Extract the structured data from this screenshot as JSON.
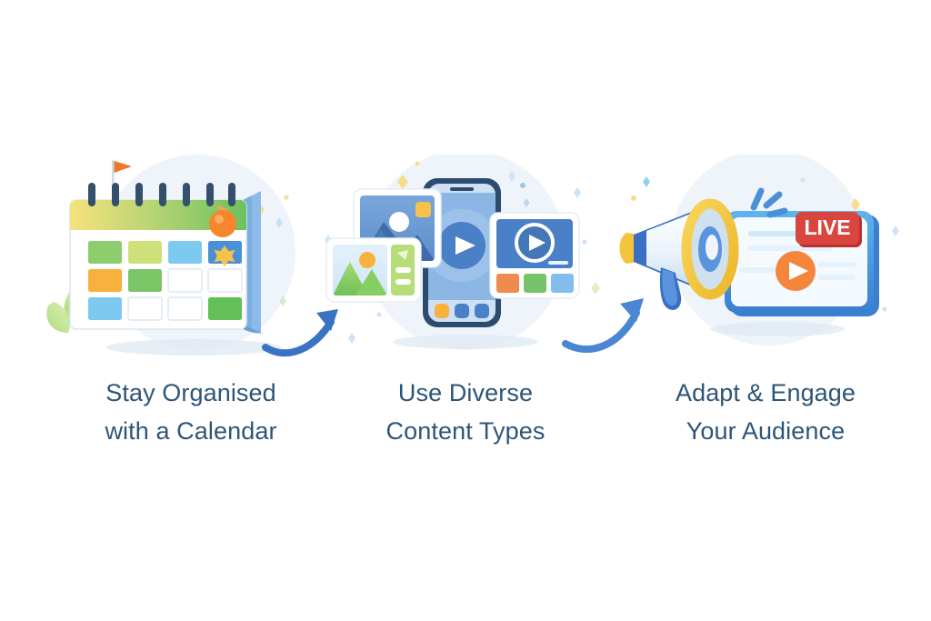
{
  "page": {
    "background_color": "#ffffff",
    "title": "Content Strategy Three Step Infographic",
    "text_color": "#2e5578"
  },
  "steps": [
    {
      "index": "1",
      "caption": "Stay Organised\nwith a Calendar",
      "icon_name": "calendar-illustration",
      "backdrop_color": "#eef4fa",
      "art": {
        "header_gradient_from": "#f5e07a",
        "header_gradient_to": "#72c364",
        "body_color": "#ffffff",
        "spine_color": "#7cb3e8",
        "ring_color": "#2f4a66",
        "ring_count": "7",
        "flag_color": "#f07c28",
        "pin_color": "#f58a2e",
        "star_color": "#f5c24a",
        "star_cell_color": "#4a90d9",
        "leaf_color": "#8ccf5e",
        "cells": [
          [
            "#8dcd6e",
            "#cde07a",
            "#7ec9ef",
            "#4a90d9"
          ],
          [
            "#f8b13c",
            "#7ac566",
            "#ffffff",
            "#ffffff"
          ],
          [
            "#7ec9ef",
            "#ffffff",
            "#ffffff",
            "#63bf57"
          ]
        ]
      }
    },
    {
      "index": "2",
      "caption": "Use Diverse\nContent Types",
      "icon_name": "content-types-illustration",
      "backdrop_color": "#eef4fa",
      "art": {
        "phone_frame_color": "#2b4c6f",
        "phone_screen_color": "#8cb6e4",
        "phone_play_circle": "#4a80c8",
        "dock_colors": [
          "#f8b13c",
          "#4a80c8",
          "#4a80c8"
        ],
        "photo_card_sky": "#6f9fd8",
        "photo_card_mountain": "#3f6bab",
        "photo_card_sun": "#ffffff",
        "photo_card_badge": "#f5c24a",
        "gallery_card_sky": "#cfe6f6",
        "gallery_card_hill": "#7ec85f",
        "gallery_card_sun": "#f8b13c",
        "gallery_panel_color": "#b6dd7a",
        "video_card_screen": "#4a80c8",
        "video_card_frame": "#ffffff",
        "swatch_colors": [
          "#ef8b4e",
          "#76c46a",
          "#82bdee"
        ]
      }
    },
    {
      "index": "3",
      "caption": "Adapt & Engage\nYour Audience",
      "icon_name": "megaphone-live-illustration",
      "backdrop_color": "#eef4fa",
      "art": {
        "megaphone_rim_color": "#f3c53c",
        "megaphone_body_color": "#f2f7fc",
        "megaphone_band_color": "#3a6fc4",
        "megaphone_handle_color": "#5b93dd",
        "megaphone_cap_color": "#f3c53c",
        "sound_wave_color": "#4a90d9",
        "screen_frame_color": "#5fb4ef",
        "screen_fill_color": "#f4fafe",
        "live_badge_color": "#d9453f",
        "live_badge_label": "LIVE",
        "live_badge_text_color": "#ffffff",
        "play_button_color": "#f5853c",
        "line_color": "#d8ecfb"
      }
    }
  ],
  "connectors": [
    {
      "name": "arrow-step1-to-step2",
      "color": "#3a73c2"
    },
    {
      "name": "arrow-step2-to-step3",
      "color": "#4a86d4"
    }
  ]
}
